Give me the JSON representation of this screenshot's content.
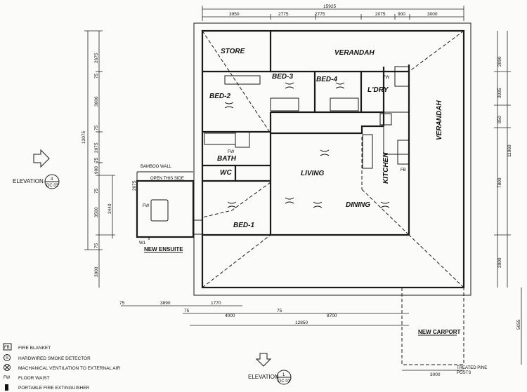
{
  "rooms": {
    "store": "STORE",
    "verandah_top": "VERANDAH",
    "bed3": "BED-3",
    "bed4": "BED-4",
    "ldry": "L'DRY",
    "bed2": "BED-2",
    "bath": "BATH",
    "wc": "WC",
    "living": "LIVING",
    "kitchen": "KITCHEN",
    "verandah_right": "VERANDAH",
    "dining": "DINING",
    "bed1": "BED-1"
  },
  "notes": {
    "bamboo_wall": "BAMBOO WALL",
    "open_this_side": "OPEN THIS SIDE",
    "new_ensuite": "NEW ENSUITE",
    "new_carport": "NEW CARPORT",
    "treated_posts_1": "TREATED PINE",
    "treated_posts_2": "POSTS",
    "w1": "W1",
    "fw": "FW",
    "fb": "FB"
  },
  "elevations": {
    "left_label": "ELEVATION",
    "left_num": "4",
    "left_sheet": "DC 03",
    "bottom_label": "ELEVATION",
    "bottom_num": "1",
    "bottom_sheet": "DC 03"
  },
  "dims": {
    "top_total": "15925",
    "top_1": "3950",
    "top_2": "2775",
    "top_3": "2775",
    "top_4": "2075",
    "top_5": "900",
    "top_6": "3000",
    "left_total": "13075",
    "left_1": "2675",
    "left_2": "75",
    "left_3": "3600",
    "left_4": "75",
    "left_5": "2075",
    "left_6": "75",
    "left_7": "900",
    "left_8": "75",
    "left_9": "3500",
    "left_10": "3440",
    "left_11": "75",
    "left_12": "3000",
    "ens_side": "2075",
    "right_1": "2090",
    "right_2": "3035",
    "right_3": "950",
    "right_4": "11060",
    "right_5": "7800",
    "right_6": "3000",
    "right_7": "5055",
    "bot1_1": "75",
    "bot1_2": "3890",
    "bot1_3": "1770",
    "bot2_1": "75",
    "bot2_2": "4000",
    "bot2_3": "75",
    "bot2_4": "8700",
    "bot3": "12850",
    "carport_w": "3000"
  },
  "legend": {
    "fb_sym": "FB",
    "fb": "FIRE BLANKET",
    "sd_sym": "S",
    "sd": "HARDWIRED SMOKE DETECTOR",
    "mv": "MACHANICAL VENTILATION TO EXTERNAL AIR",
    "fw_sym": "FW",
    "fw": "FLOOR WAIST",
    "pe": "PORTABLE FIRE EXTINGUISHER"
  }
}
